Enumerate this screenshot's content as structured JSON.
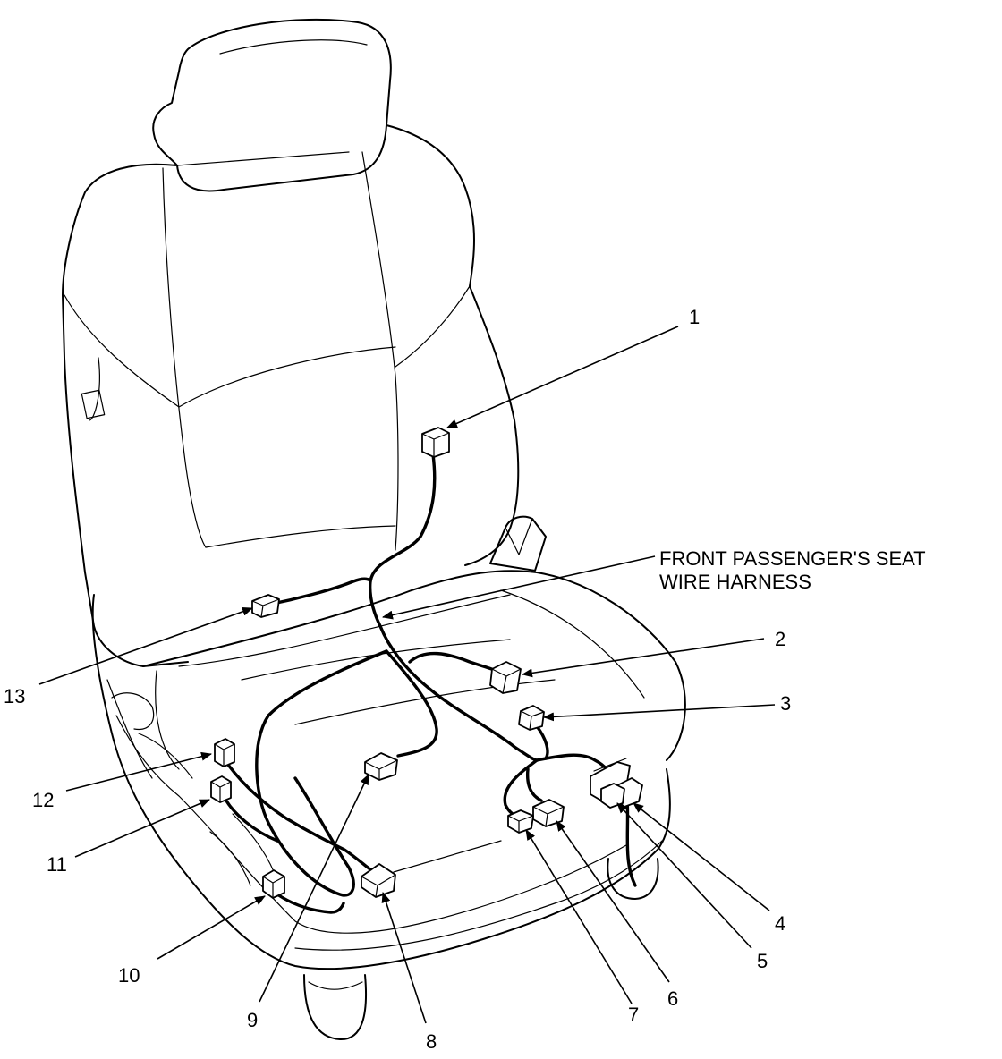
{
  "callouts": [
    {
      "id": "callout-1",
      "text": "1"
    },
    {
      "id": "callout-2",
      "text": "2"
    },
    {
      "id": "callout-3",
      "text": "3"
    },
    {
      "id": "callout-4",
      "text": "4"
    },
    {
      "id": "callout-5",
      "text": "5"
    },
    {
      "id": "callout-6",
      "text": "6"
    },
    {
      "id": "callout-7",
      "text": "7"
    },
    {
      "id": "callout-8",
      "text": "8"
    },
    {
      "id": "callout-9",
      "text": "9"
    },
    {
      "id": "callout-10",
      "text": "10"
    },
    {
      "id": "callout-11",
      "text": "11"
    },
    {
      "id": "callout-12",
      "text": "12"
    },
    {
      "id": "callout-13",
      "text": "13"
    }
  ],
  "harness_label": {
    "line1": "FRONT PASSENGER'S SEAT",
    "line2": "WIRE HARNESS"
  }
}
